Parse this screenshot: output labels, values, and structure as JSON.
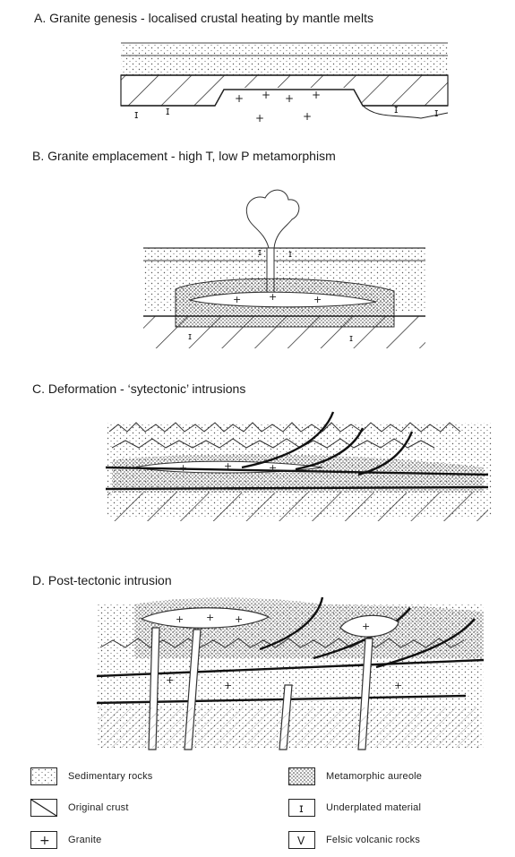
{
  "panels": [
    {
      "title": "A. Granite genesis - localised crustal heating by mantle melts"
    },
    {
      "title": "B. Granite emplacement - high T, low P metamorphism"
    },
    {
      "title": "C. Deformation - ‘sytectonic’ intrusions"
    },
    {
      "title": "D. Post-tectonic intrusion"
    }
  ],
  "legend": {
    "sedimentary": "Sedimentary rocks",
    "crust": "Original crust",
    "granite": "Granite",
    "aureole": "Metamorphic aureole",
    "underplated": "Underplated material",
    "volcanic": "Felsic volcanic rocks"
  },
  "legend_symbols": {
    "granite": "+",
    "underplated": "ɪ",
    "volcanic": "V"
  }
}
